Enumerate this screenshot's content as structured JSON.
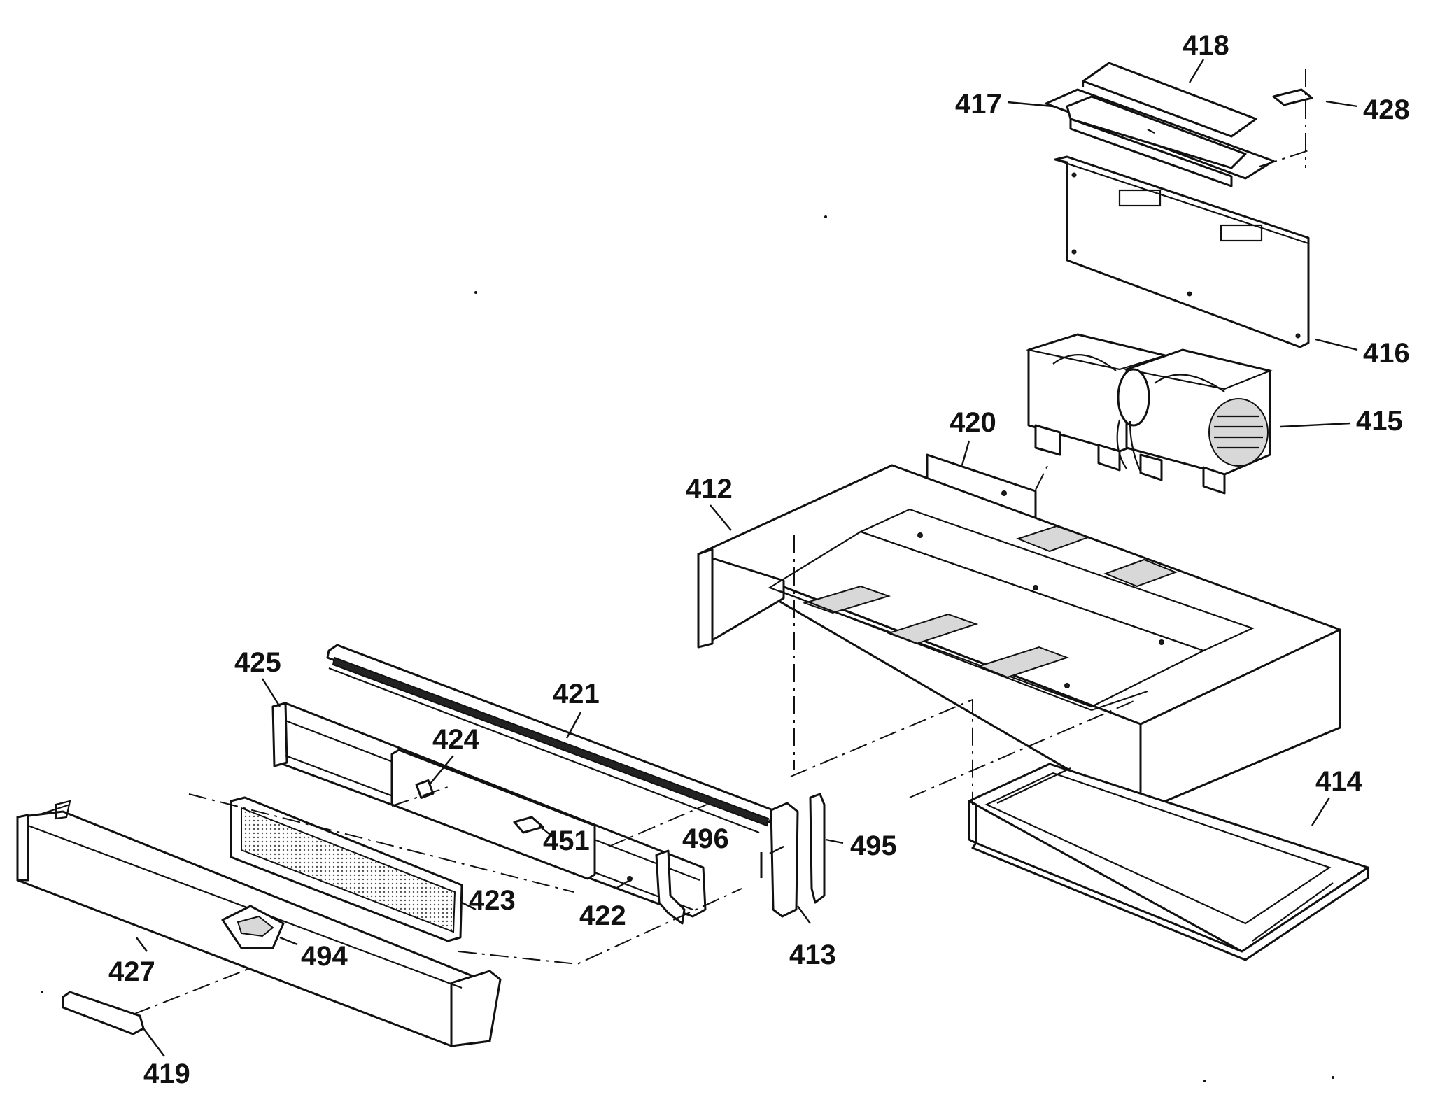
{
  "callouts": {
    "c412": "412",
    "c413": "413",
    "c414": "414",
    "c415": "415",
    "c416": "416",
    "c417": "417",
    "c418": "418",
    "c419": "419",
    "c420": "420",
    "c421": "421",
    "c422": "422",
    "c423": "423",
    "c424": "424",
    "c425": "425",
    "c427": "427",
    "c428": "428",
    "c451": "451",
    "c494": "494",
    "c495": "495",
    "c496": "496"
  }
}
